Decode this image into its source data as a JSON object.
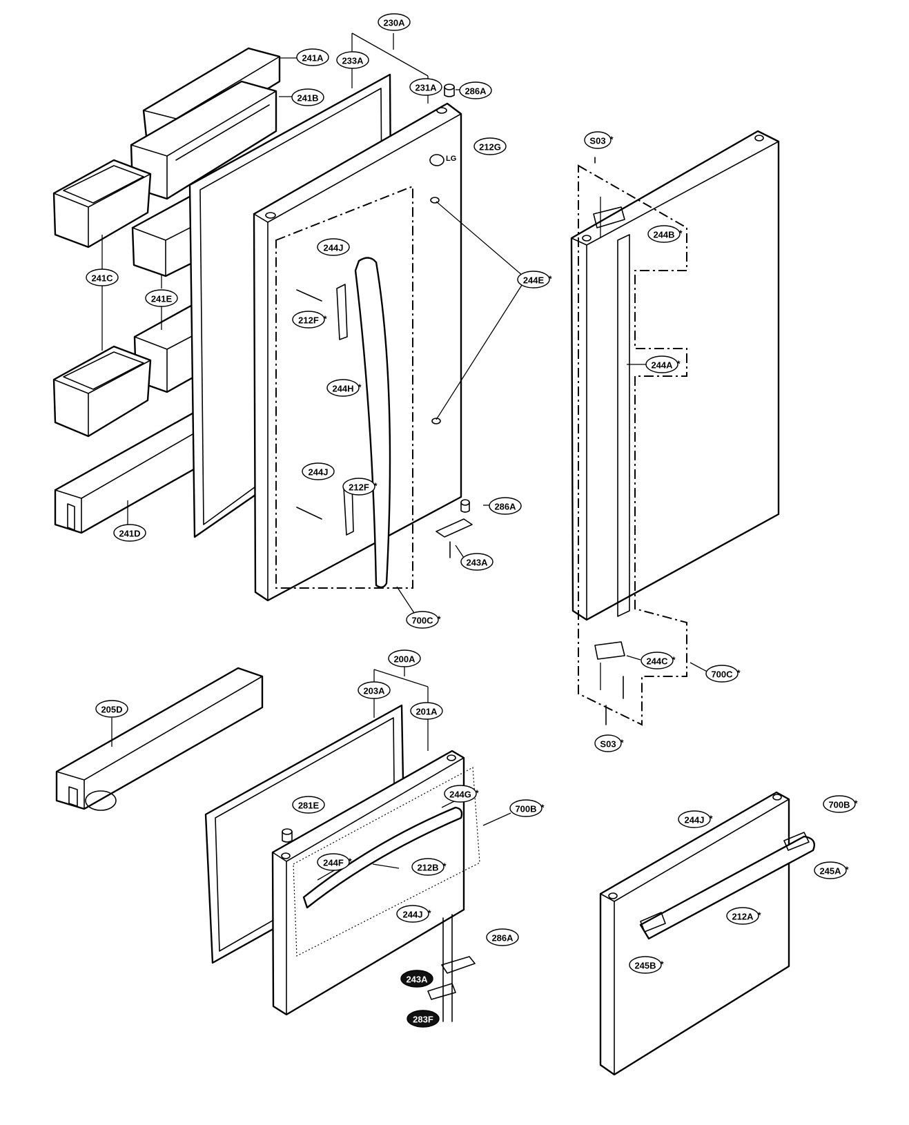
{
  "diagram": {
    "logo_text": "LG",
    "callouts": [
      {
        "id": "c-230a",
        "label": "230A",
        "star": false,
        "inverted": false
      },
      {
        "id": "c-241a",
        "label": "241A",
        "star": false,
        "inverted": false
      },
      {
        "id": "c-233a",
        "label": "233A",
        "star": false,
        "inverted": false
      },
      {
        "id": "c-241b",
        "label": "241B",
        "star": false,
        "inverted": false
      },
      {
        "id": "c-231a",
        "label": "231A",
        "star": false,
        "inverted": false
      },
      {
        "id": "c-286a-1",
        "label": "286A",
        "star": false,
        "inverted": false
      },
      {
        "id": "c-212g",
        "label": "212G",
        "star": false,
        "inverted": false
      },
      {
        "id": "c-s03-1",
        "label": "S03",
        "star": true,
        "inverted": false
      },
      {
        "id": "c-244j-1",
        "label": "244J",
        "star": false,
        "inverted": false
      },
      {
        "id": "c-241c",
        "label": "241C",
        "star": false,
        "inverted": false
      },
      {
        "id": "c-241e",
        "label": "241E",
        "star": false,
        "inverted": false
      },
      {
        "id": "c-244b",
        "label": "244B",
        "star": true,
        "inverted": false
      },
      {
        "id": "c-244e",
        "label": "244E",
        "star": true,
        "inverted": false
      },
      {
        "id": "c-212f-1",
        "label": "212F",
        "star": true,
        "inverted": false
      },
      {
        "id": "c-244a",
        "label": "244A",
        "star": true,
        "inverted": false
      },
      {
        "id": "c-244h",
        "label": "244H",
        "star": true,
        "inverted": false
      },
      {
        "id": "c-244j-2",
        "label": "244J",
        "star": false,
        "inverted": false
      },
      {
        "id": "c-212f-2",
        "label": "212F",
        "star": true,
        "inverted": false
      },
      {
        "id": "c-286a-2",
        "label": "286A",
        "star": false,
        "inverted": false
      },
      {
        "id": "c-241d",
        "label": "241D",
        "star": false,
        "inverted": false
      },
      {
        "id": "c-243a-1",
        "label": "243A",
        "star": false,
        "inverted": false
      },
      {
        "id": "c-700c-1",
        "label": "700C",
        "star": true,
        "inverted": false
      },
      {
        "id": "c-244c",
        "label": "244C",
        "star": true,
        "inverted": false
      },
      {
        "id": "c-700c-2",
        "label": "700C",
        "star": true,
        "inverted": false
      },
      {
        "id": "c-200a",
        "label": "200A",
        "star": false,
        "inverted": false
      },
      {
        "id": "c-203a",
        "label": "203A",
        "star": false,
        "inverted": false
      },
      {
        "id": "c-201a",
        "label": "201A",
        "star": false,
        "inverted": false
      },
      {
        "id": "c-205d",
        "label": "205D",
        "star": false,
        "inverted": false
      },
      {
        "id": "c-s03-2",
        "label": "S03",
        "star": true,
        "inverted": false
      },
      {
        "id": "c-244g",
        "label": "244G",
        "star": true,
        "inverted": false
      },
      {
        "id": "c-281e",
        "label": "281E",
        "star": false,
        "inverted": false
      },
      {
        "id": "c-700b-1",
        "label": "700B",
        "star": true,
        "inverted": false
      },
      {
        "id": "c-700b-2",
        "label": "700B",
        "star": true,
        "inverted": false
      },
      {
        "id": "c-244j-3",
        "label": "244J",
        "star": true,
        "inverted": false
      },
      {
        "id": "c-244f",
        "label": "244F",
        "star": true,
        "inverted": false
      },
      {
        "id": "c-212b",
        "label": "212B",
        "star": true,
        "inverted": false
      },
      {
        "id": "c-245a",
        "label": "245A",
        "star": true,
        "inverted": false
      },
      {
        "id": "c-244j-4",
        "label": "244J",
        "star": true,
        "inverted": false
      },
      {
        "id": "c-212a",
        "label": "212A",
        "star": true,
        "inverted": false
      },
      {
        "id": "c-286a-3",
        "label": "286A",
        "star": false,
        "inverted": false
      },
      {
        "id": "c-245b",
        "label": "245B",
        "star": true,
        "inverted": false
      },
      {
        "id": "c-243a-2",
        "label": "243A",
        "star": false,
        "inverted": true
      },
      {
        "id": "c-283f",
        "label": "283F",
        "star": false,
        "inverted": true
      }
    ]
  }
}
